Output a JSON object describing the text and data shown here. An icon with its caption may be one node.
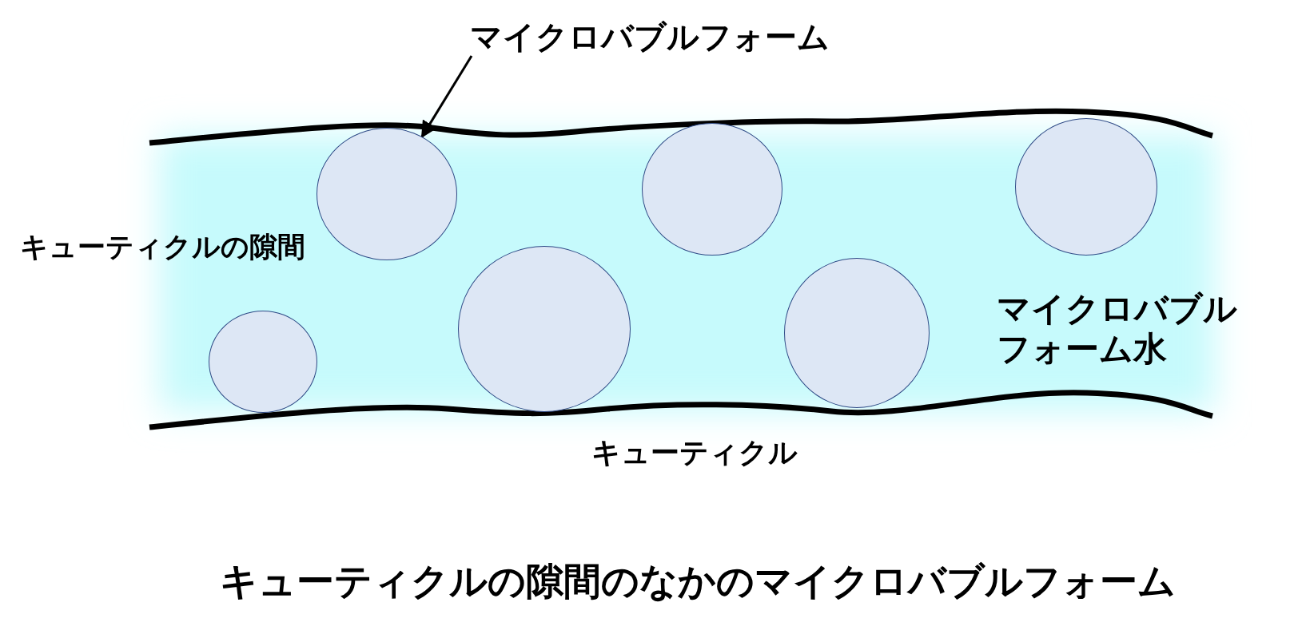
{
  "diagram": {
    "caption": "キューティクルの隙間のなかのマイクロバブルフォーム",
    "nodes": [
      {
        "text": [
          "マイクロバブルフォーム"
        ]
      },
      {
        "text": [],
        "shape": "circle"
      },
      {
        "text": [],
        "shape": "circle"
      },
      {
        "text": [],
        "shape": "circle"
      },
      {
        "text": [],
        "shape": "circle"
      },
      {
        "text": [],
        "shape": "circle"
      },
      {
        "text": [],
        "shape": "circle"
      }
    ],
    "edges": [
      {
        "from": 0,
        "to": 2,
        "arrow": "to"
      }
    ],
    "labels": [
      "キューティクルの隙間",
      "マイクロバブルフォーム水",
      "キューティクル"
    ]
  }
}
